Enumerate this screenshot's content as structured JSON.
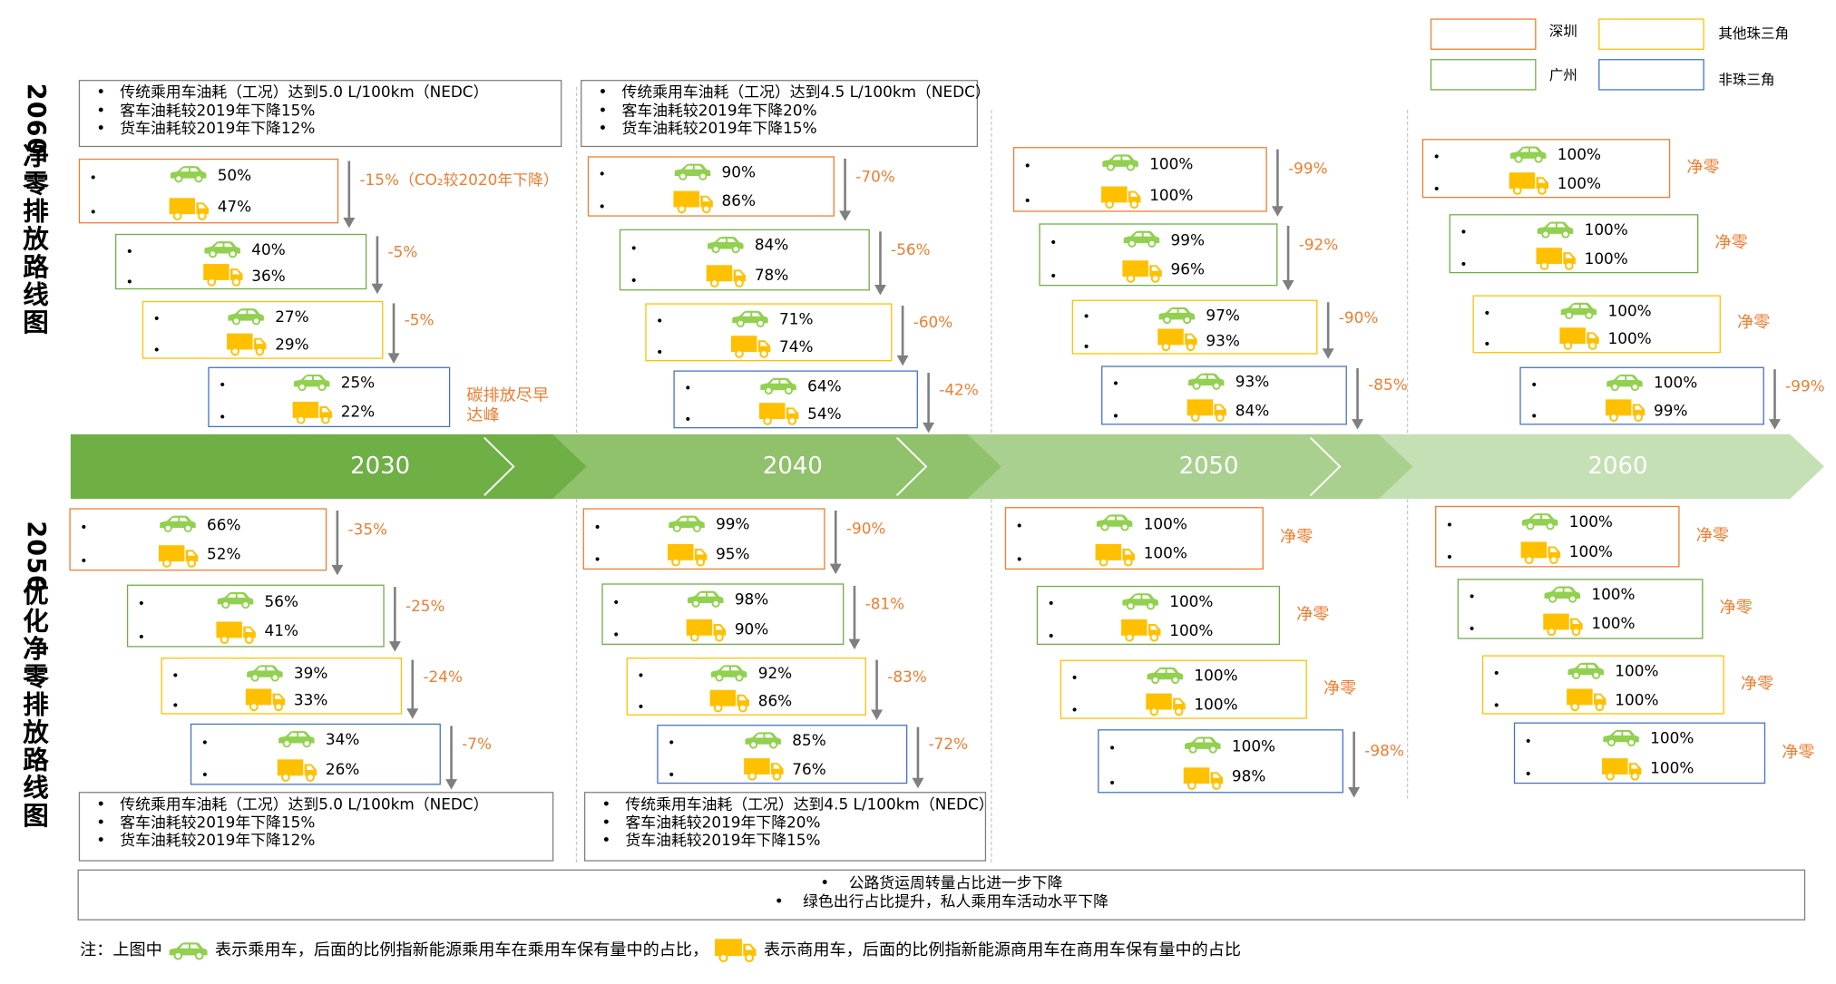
{
  "legend": [
    {
      "label": "深圳",
      "color": "#ED7D31"
    },
    {
      "label": "其他珠三角",
      "color": "#FFC000"
    },
    {
      "label": "广州",
      "color": "#70AD47"
    },
    {
      "label": "非珠三角",
      "color": "#4472C4"
    }
  ],
  "section_titles": {
    "top": [
      "2060",
      "净",
      "零",
      "排",
      "放",
      "路",
      "线",
      "图"
    ],
    "bottom": [
      "2050",
      "优",
      "化",
      "净",
      "零",
      "排",
      "放",
      "路",
      "线",
      "图"
    ]
  },
  "timeline_years": [
    "2030",
    "2040",
    "2050",
    "2060"
  ],
  "notes": {
    "top_2030": [
      "传统乘用车油耗（工况）达到5.0 L/100km（NEDC）",
      "客车油耗较2019年下降15%",
      "货车油耗较2019年下降12%"
    ],
    "top_2040": [
      "传统乘用车油耗（工况）达到4.5 L/100km（NEDC）",
      "客车油耗较2019年下降20%",
      "货车油耗较2019年下降15%"
    ],
    "bottom_2030": [
      "传统乘用车油耗（工况）达到5.0 L/100km（NEDC）",
      "客车油耗较2019年下降15%",
      "货车油耗较2019年下降12%"
    ],
    "bottom_2040": [
      "传统乘用车油耗（工况）达到4.5 L/100km（NEDC）",
      "客车油耗较2019年下降20%",
      "货车油耗较2019年下降15%"
    ],
    "bottom_wide": [
      "公路货运周转量占比进一步下降",
      "绿色出行占比提升，私人乘用车活动水平下降"
    ]
  },
  "bullet_char": "•",
  "top_rows": {
    "2030": [
      {
        "region": "深圳",
        "car": "50%",
        "truck": "47%",
        "change": "-15%（CO₂较2020年下降）"
      },
      {
        "region": "广州",
        "car": "40%",
        "truck": "36%",
        "change": "-5%"
      },
      {
        "region": "其他珠三角",
        "car": "27%",
        "truck": "29%",
        "change": "-5%"
      },
      {
        "region": "非珠三角",
        "car": "25%",
        "truck": "22%",
        "change": "碳排放尽早达峰"
      }
    ],
    "2040": [
      {
        "region": "深圳",
        "car": "90%",
        "truck": "86%",
        "change": "-70%"
      },
      {
        "region": "广州",
        "car": "84%",
        "truck": "78%",
        "change": "-56%"
      },
      {
        "region": "其他珠三角",
        "car": "71%",
        "truck": "74%",
        "change": "-60%"
      },
      {
        "region": "非珠三角",
        "car": "64%",
        "truck": "54%",
        "change": "-42%"
      }
    ],
    "2050": [
      {
        "region": "深圳",
        "car": "100%",
        "truck": "100%",
        "change": "-99%"
      },
      {
        "region": "广州",
        "car": "99%",
        "truck": "96%",
        "change": "-92%"
      },
      {
        "region": "其他珠三角",
        "car": "97%",
        "truck": "93%",
        "change": "-90%"
      },
      {
        "region": "非珠三角",
        "car": "93%",
        "truck": "84%",
        "change": "-85%"
      }
    ],
    "2060": [
      {
        "region": "深圳",
        "car": "100%",
        "truck": "100%",
        "change": "净零"
      },
      {
        "region": "广州",
        "car": "100%",
        "truck": "100%",
        "change": "净零"
      },
      {
        "region": "其他珠三角",
        "car": "100%",
        "truck": "100%",
        "change": "净零"
      },
      {
        "region": "非珠三角",
        "car": "100%",
        "truck": "99%",
        "change": "-99%"
      }
    ]
  },
  "bottom_rows": {
    "2030": [
      {
        "region": "深圳",
        "car": "66%",
        "truck": "52%",
        "change": "-35%"
      },
      {
        "region": "广州",
        "car": "56%",
        "truck": "41%",
        "change": "-25%"
      },
      {
        "region": "其他珠三角",
        "car": "39%",
        "truck": "33%",
        "change": "-24%"
      },
      {
        "region": "非珠三角",
        "car": "34%",
        "truck": "26%",
        "change": "-7%"
      }
    ],
    "2040": [
      {
        "region": "深圳",
        "car": "99%",
        "truck": "95%",
        "change": "-90%"
      },
      {
        "region": "广州",
        "car": "98%",
        "truck": "90%",
        "change": "-81%"
      },
      {
        "region": "其他珠三角",
        "car": "92%",
        "truck": "86%",
        "change": "-83%"
      },
      {
        "region": "非珠三角",
        "car": "85%",
        "truck": "76%",
        "change": "-72%"
      }
    ],
    "2050": [
      {
        "region": "深圳",
        "car": "100%",
        "truck": "100%",
        "change": "净零"
      },
      {
        "region": "广州",
        "car": "100%",
        "truck": "100%",
        "change": "净零"
      },
      {
        "region": "其他珠三角",
        "car": "100%",
        "truck": "100%",
        "change": "净零"
      },
      {
        "region": "非珠三角",
        "car": "100%",
        "truck": "98%",
        "change": "-98%"
      }
    ],
    "2060": [
      {
        "region": "深圳",
        "car": "100%",
        "truck": "100%",
        "change": "净零"
      },
      {
        "region": "广州",
        "car": "100%",
        "truck": "100%",
        "change": "净零"
      },
      {
        "region": "其他珠三角",
        "car": "100%",
        "truck": "100%",
        "change": "净零"
      },
      {
        "region": "非珠三角",
        "car": "100%",
        "truck": "100%",
        "change": "净零"
      }
    ]
  },
  "footnote": {
    "prefix": "注：上图中",
    "car_text": "表示乘用车，后面的比例指新能源乘用车在乘用车保有量中的占比，",
    "truck_text": "表示商用车，后面的比例指新能源商用车在商用车保有量中的占比"
  },
  "colors": {
    "accent_text": "#ED7D31",
    "arrow_gray": "#7f7f7f",
    "car_green": "#92D050",
    "truck_yellow": "#FFC000",
    "timeline": [
      "#6EAF46",
      "#8FC26A",
      "#A9D08E",
      "#C5E0B4"
    ]
  },
  "icons": {
    "car": "car-icon",
    "truck": "truck-icon"
  }
}
